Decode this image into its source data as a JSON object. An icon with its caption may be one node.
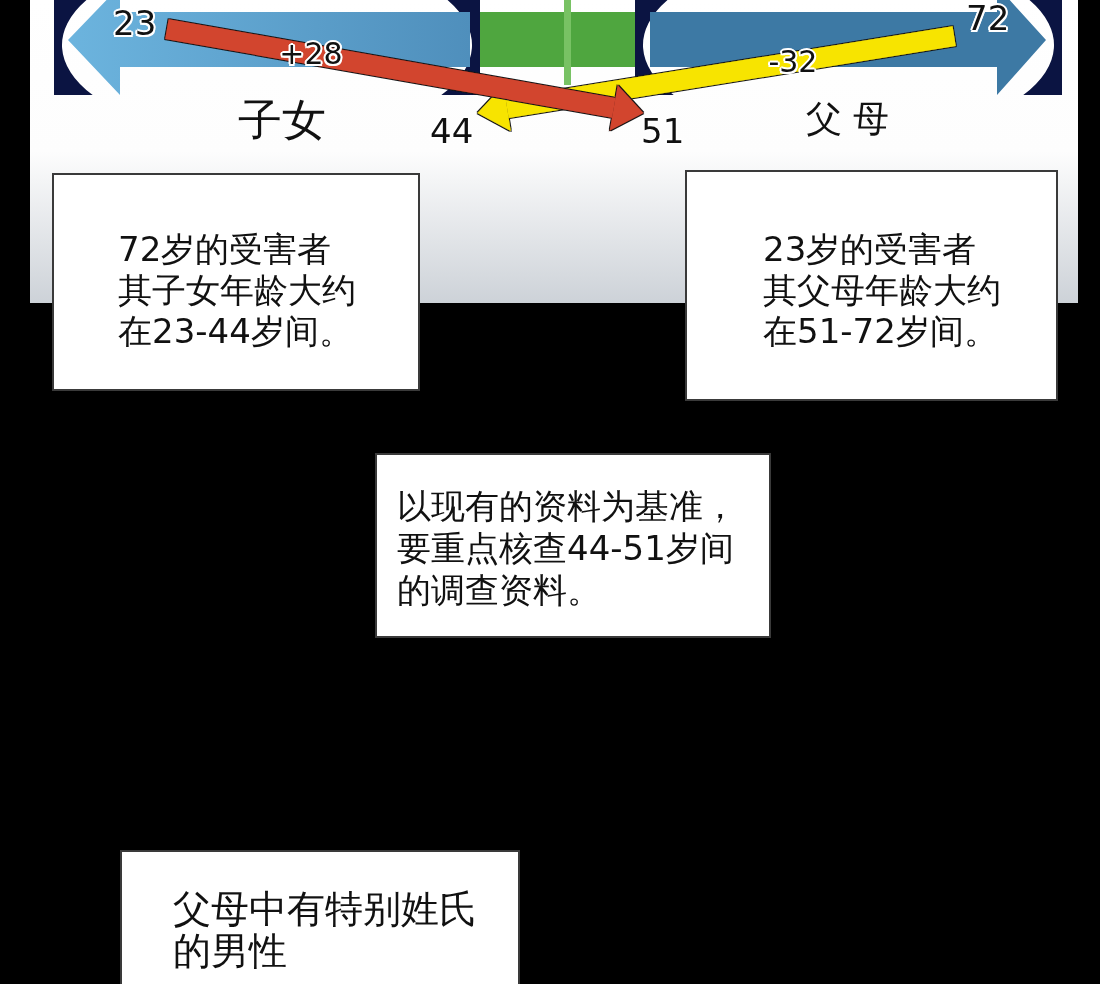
{
  "diagram": {
    "nodes": [
      {
        "text": [
          "23"
        ]
      },
      {
        "text": [],
        "shape": "bar"
      },
      {
        "text": [
          "72"
        ]
      },
      {
        "text": [
          "44"
        ]
      },
      {
        "text": [
          "51"
        ]
      },
      {
        "text": [
          "72岁的受害者其子女年龄大约在23-44岁间。"
        ]
      },
      {
        "text": [
          "23岁的受害者其父母年龄大约在51-72岁间。"
        ]
      },
      {
        "text": [
          "以现有的资料为基准，要重点核查44-51岁间的调查资料。"
        ]
      },
      {
        "text": [
          "父母中有特别姓氏的男性"
        ]
      }
    ],
    "edges": [
      {
        "from": 2,
        "to": 3,
        "arrow": "to",
        "label": "-32",
        "color": "#f7e400"
      },
      {
        "from": 0,
        "to": 4,
        "arrow": "to",
        "label": "+28",
        "color": "#d2452f"
      }
    ],
    "labels": [
      "子女",
      "父 母"
    ]
  }
}
